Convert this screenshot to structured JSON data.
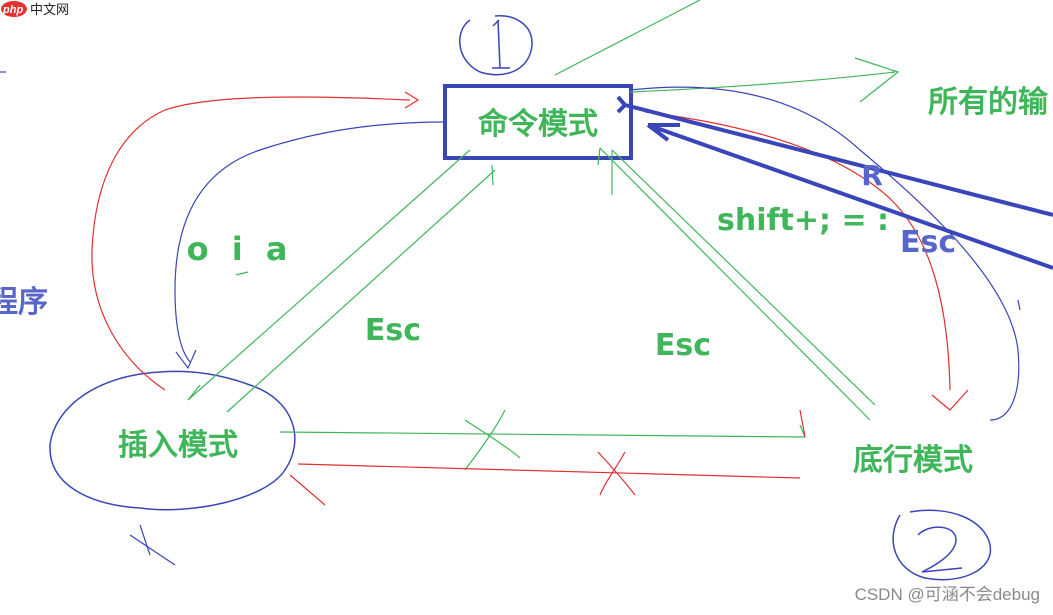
{
  "logo": {
    "badge": "php",
    "site": "中文网",
    "badge_color": "#e8312f"
  },
  "colors": {
    "green": "#3fb65a",
    "blue_pen": "#3a45b8",
    "blue_label": "#5766c8",
    "red_pen": "#e03030"
  },
  "nodes": {
    "command_mode": "命令模式",
    "insert_mode": "插入模式",
    "last_line_mode": "底行模式"
  },
  "labels": {
    "insert_keys": "o i a",
    "esc_left": "Esc",
    "esc_right": "Esc",
    "shift_colon": "shift+; = :",
    "esc_blue": "Esc",
    "r_key": "R",
    "all_input": "所有的输",
    "program": "程序"
  },
  "watermark": "CSDN @可涵不会debug"
}
